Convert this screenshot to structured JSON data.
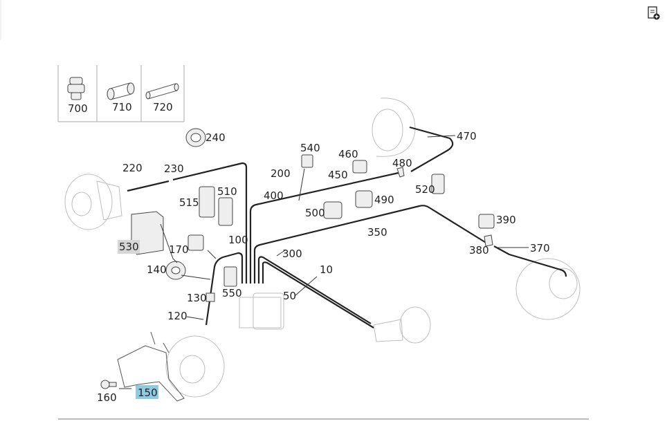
{
  "toolbar": {
    "icon": "document-add-icon"
  },
  "labels": {
    "l700": "700",
    "l710": "710",
    "l720": "720",
    "l240": "240",
    "l220": "220",
    "l230": "230",
    "l200": "200",
    "l540": "540",
    "l460": "460",
    "l470": "470",
    "l480": "480",
    "l450": "450",
    "l520": "520",
    "l515": "515",
    "l510": "510",
    "l400": "400",
    "l500": "500",
    "l490": "490",
    "l350": "350",
    "l390": "390",
    "l530": "530",
    "l170": "170",
    "l100": "100",
    "l300": "300",
    "l380": "380",
    "l370": "370",
    "l140": "140",
    "l10": "10",
    "l550": "550",
    "l130": "130",
    "l50": "50",
    "l120": "120",
    "l160": "160",
    "l150": "150"
  },
  "colors": {
    "highlight_blue": "#8ecae0",
    "highlight_grey": "#d6d6d6",
    "pipe": "#222222"
  }
}
